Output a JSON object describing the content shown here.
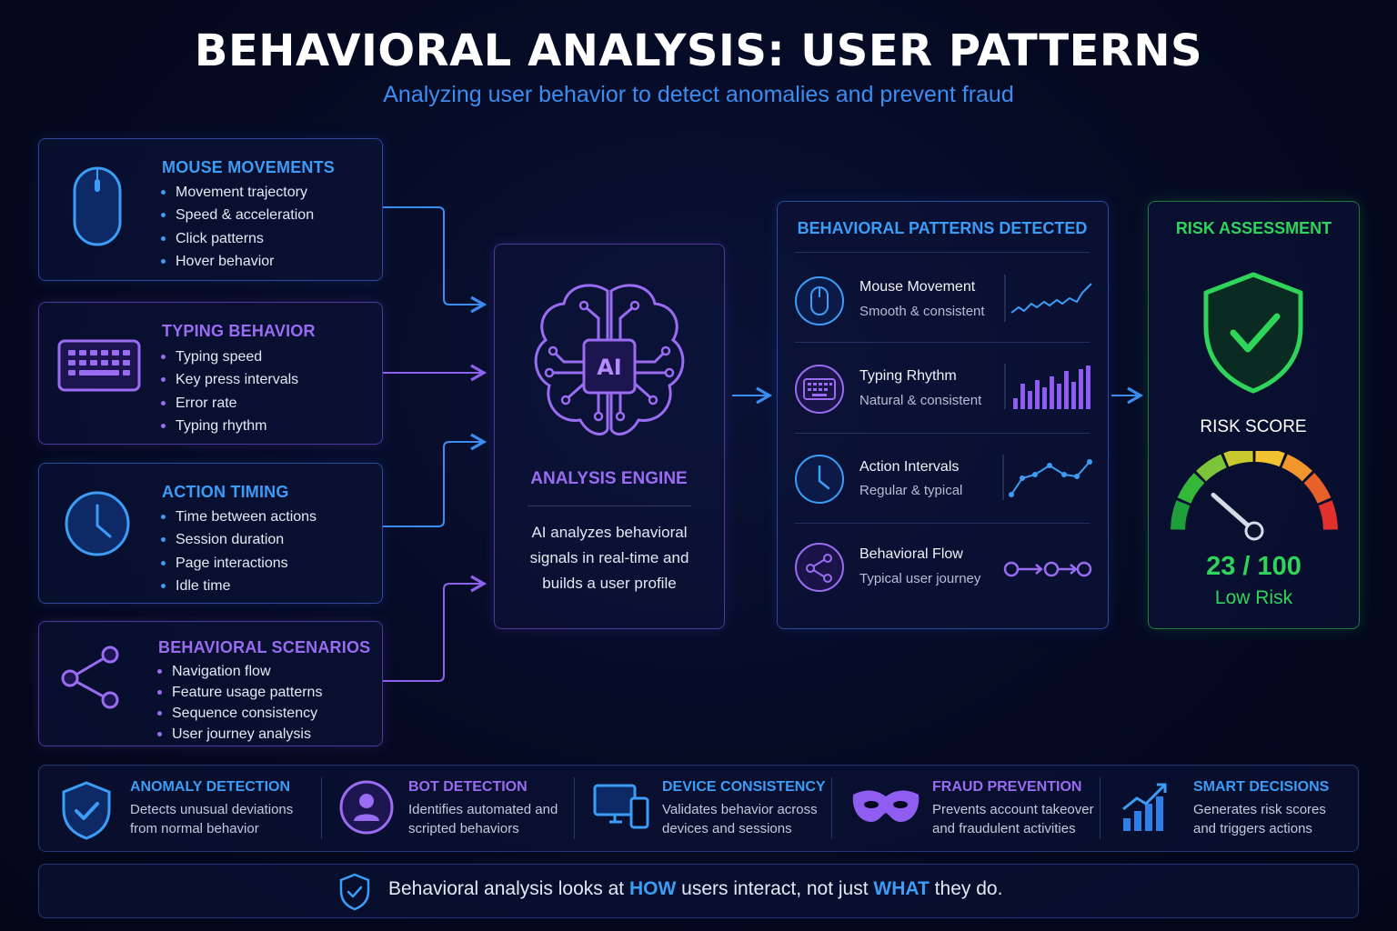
{
  "header": {
    "title": "BEHAVIORAL ANALYSIS: USER PATTERNS",
    "subtitle": "Analyzing user behavior to detect anomalies and prevent fraud"
  },
  "inputs": [
    {
      "title": "MOUSE MOVEMENTS",
      "icon": "mouse-icon",
      "items": [
        "Movement trajectory",
        "Speed & acceleration",
        "Click patterns",
        "Hover behavior"
      ]
    },
    {
      "title": "TYPING BEHAVIOR",
      "icon": "keyboard-icon",
      "items": [
        "Typing speed",
        "Key press intervals",
        "Error rate",
        "Typing rhythm"
      ]
    },
    {
      "title": "ACTION TIMING",
      "icon": "clock-icon",
      "items": [
        "Time between actions",
        "Session duration",
        "Page interactions",
        "Idle time"
      ]
    },
    {
      "title": "BEHAVIORAL SCENARIOS",
      "icon": "share-icon",
      "items": [
        "Navigation flow",
        "Feature usage patterns",
        "Sequence consistency",
        "User journey analysis"
      ]
    }
  ],
  "engine": {
    "chip_label": "AI",
    "title": "ANALYSIS ENGINE",
    "description": "AI analyzes behavioral signals in real-time and builds a user profile"
  },
  "patterns": {
    "title": "BEHAVIORAL PATTERNS DETECTED",
    "items": [
      {
        "title": "Mouse Movement",
        "subtitle": "Smooth & consistent",
        "icon": "mouse-icon"
      },
      {
        "title": "Typing Rhythm",
        "subtitle": "Natural & consistent",
        "icon": "keyboard-icon"
      },
      {
        "title": "Action Intervals",
        "subtitle": "Regular & typical",
        "icon": "clock-icon"
      },
      {
        "title": "Behavioral Flow",
        "subtitle": "Typical user journey",
        "icon": "share-icon"
      }
    ]
  },
  "risk": {
    "title": "RISK ASSESSMENT",
    "label": "RISK SCORE",
    "score": 23,
    "max": 100,
    "score_text": "23 / 100",
    "level": "Low Risk",
    "colors": {
      "low": "#2fd45a",
      "mid": "#f2c230",
      "high": "#e2312c"
    }
  },
  "features": [
    {
      "title": "ANOMALY DETECTION",
      "description": "Detects unusual deviations from normal behavior",
      "icon": "shield-check-icon",
      "color": "#3d9cf5"
    },
    {
      "title": "BOT DETECTION",
      "description": "Identifies automated and scripted behaviors",
      "icon": "user-icon",
      "color": "#9a6cf2"
    },
    {
      "title": "DEVICE CONSISTENCY",
      "description": "Validates behavior across devices and sessions",
      "icon": "devices-icon",
      "color": "#3d9cf5"
    },
    {
      "title": "FRAUD PREVENTION",
      "description": "Prevents account takeover and fraudulent activities",
      "icon": "mask-icon",
      "color": "#9a6cf2"
    },
    {
      "title": "SMART DECISIONS",
      "description": "Generates risk scores and triggers actions",
      "icon": "bar-chart-icon",
      "color": "#3d9cf5"
    }
  ],
  "footer": {
    "prefix": "Behavioral analysis looks at ",
    "how": "HOW",
    "middle": " users interact, not just ",
    "what": "WHAT",
    "suffix": " they do."
  },
  "palette": {
    "blue": "#3d9cf5",
    "purple": "#9a6cf2",
    "green": "#2fd45a",
    "background": "#050a22"
  }
}
